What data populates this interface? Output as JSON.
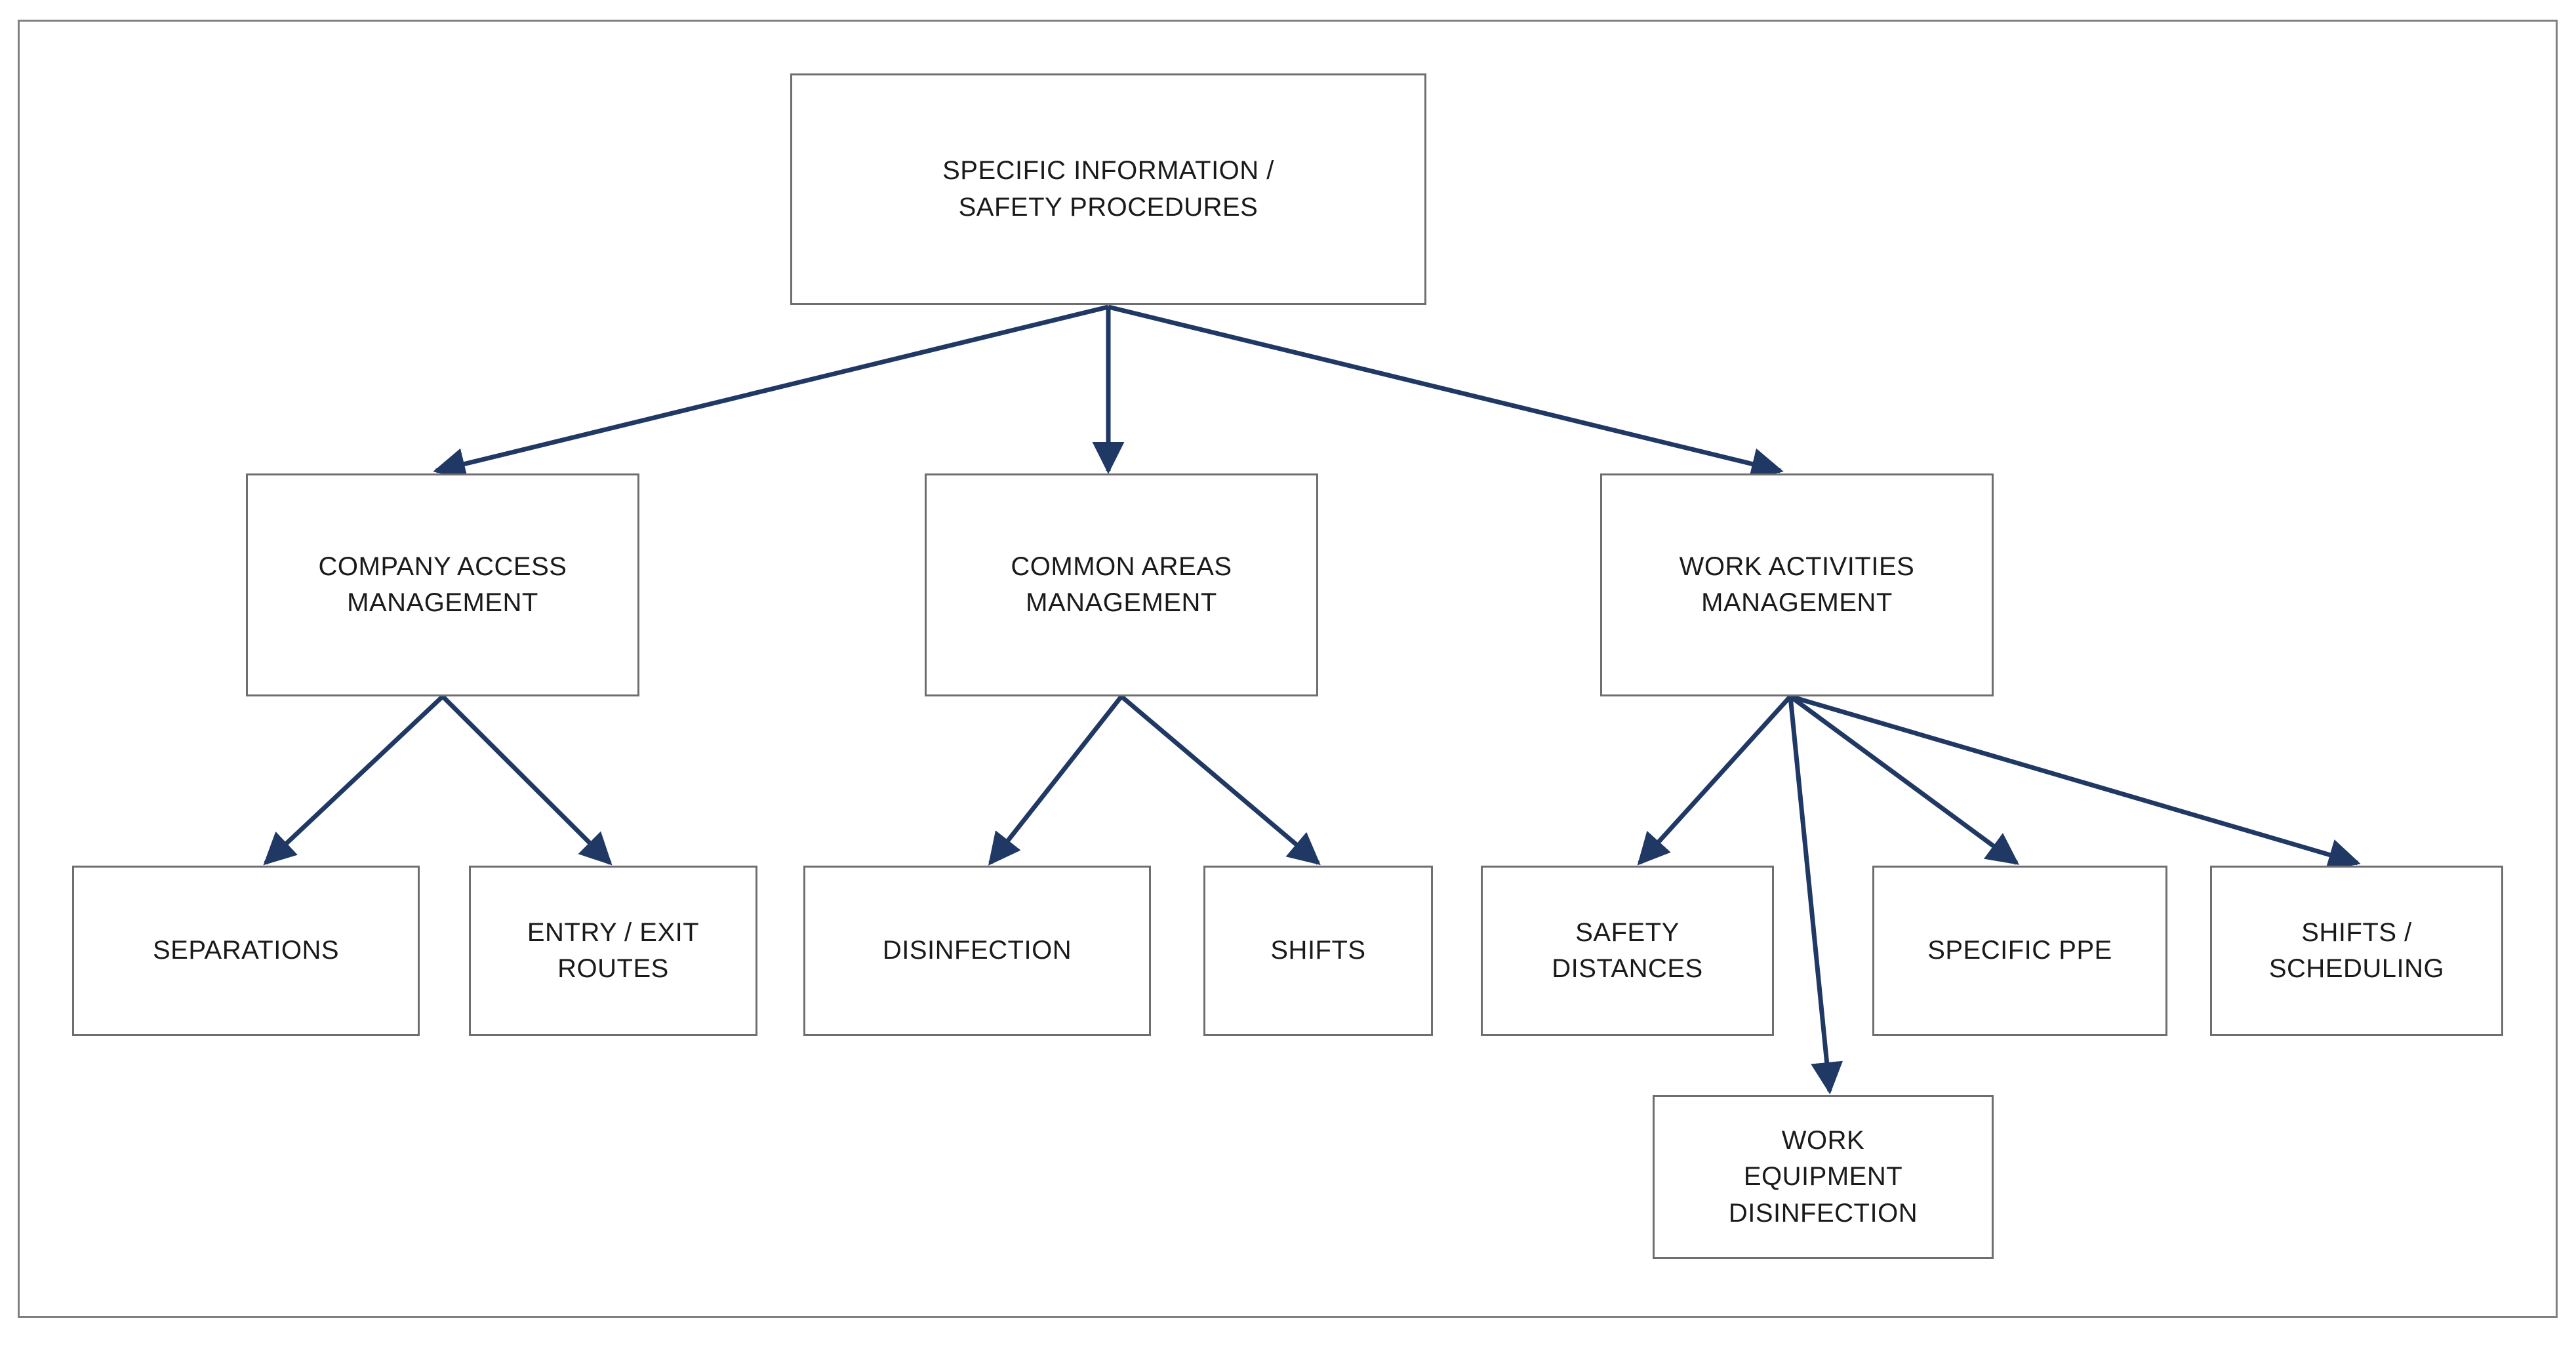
{
  "diagram": {
    "title": "SPECIFIC INFORMATION / SAFETY PROCEDURES",
    "colors": {
      "frame_border": "#808080",
      "node_border": "#6e6e6e",
      "node_fill": "#ffffff",
      "arrow": "#1F3864",
      "text": "#1a1a1a",
      "background": "#ffffff"
    },
    "nodes": {
      "root": {
        "label": "SPECIFIC INFORMATION /\nSAFETY PROCEDURES"
      },
      "l2a": {
        "label": "COMPANY ACCESS\nMANAGEMENT"
      },
      "l2b": {
        "label": "COMMON AREAS\nMANAGEMENT"
      },
      "l2c": {
        "label": "WORK ACTIVITIES\nMANAGEMENT"
      },
      "l3a": {
        "label": "SEPARATIONS"
      },
      "l3b": {
        "label": "ENTRY / EXIT\nROUTES"
      },
      "l3c": {
        "label": "DISINFECTION"
      },
      "l3d": {
        "label": "SHIFTS"
      },
      "l3e": {
        "label": "SAFETY\nDISTANCES"
      },
      "l3f": {
        "label": "SPECIFIC PPE"
      },
      "l3g": {
        "label": "SHIFTS /\nSCHEDULING"
      },
      "l3h": {
        "label": "WORK\nEQUIPMENT\nDISINFECTION"
      }
    },
    "edges": [
      {
        "from": "root",
        "to": "l2a"
      },
      {
        "from": "root",
        "to": "l2b"
      },
      {
        "from": "root",
        "to": "l2c"
      },
      {
        "from": "l2a",
        "to": "l3a"
      },
      {
        "from": "l2a",
        "to": "l3b"
      },
      {
        "from": "l2b",
        "to": "l3c"
      },
      {
        "from": "l2b",
        "to": "l3d"
      },
      {
        "from": "l2c",
        "to": "l3e"
      },
      {
        "from": "l2c",
        "to": "l3h"
      },
      {
        "from": "l2c",
        "to": "l3f"
      },
      {
        "from": "l2c",
        "to": "l3g"
      }
    ]
  }
}
